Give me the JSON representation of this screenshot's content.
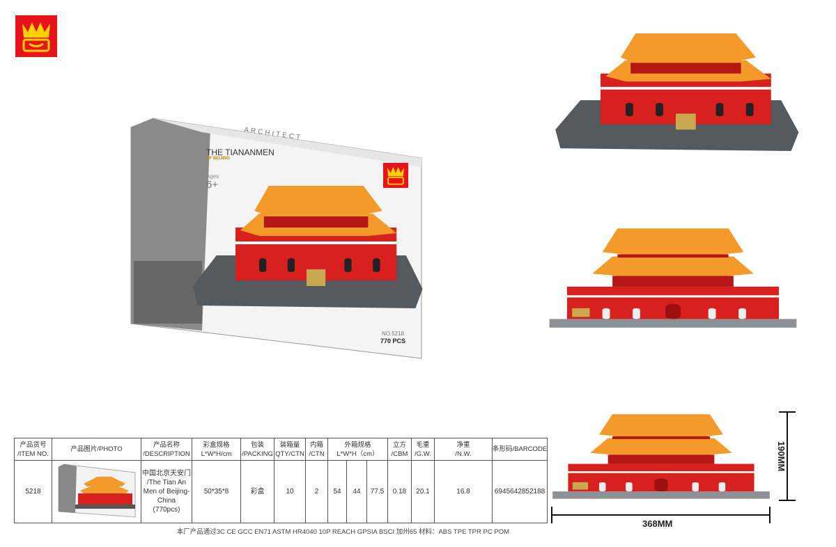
{
  "logo": {
    "name": "crown-logo",
    "color": "#e8141b",
    "accent": "#ffd200"
  },
  "box": {
    "brand_line": "ARCHITECT",
    "title": "THE TIANANMEN",
    "subtitle": "OF BEIJING",
    "ages_label": "Ages",
    "ages_value": "6+",
    "item_no": "NO.5218",
    "pieces": "770 PCS"
  },
  "table": {
    "headers": [
      [
        "产品货号",
        "/ITEM NO."
      ],
      [
        "产品图片/PHOTO"
      ],
      [
        "产品名称",
        "/DESCRIPTION"
      ],
      [
        "彩盒规格",
        "L*W*H/cm"
      ],
      [
        "包装",
        "/PACKING"
      ],
      [
        "装箱量",
        "QTY/CTN"
      ],
      [
        "内箱",
        "/CTN"
      ],
      [
        "外箱规格",
        "L*W*H（cm）"
      ],
      [
        "立方",
        "/CBM"
      ],
      [
        "毛重",
        "/G.W."
      ],
      [
        "净重",
        "/N.W."
      ],
      [
        "条形码/BARCODE"
      ]
    ],
    "row": {
      "item_no": "5218",
      "description": [
        "中国北京天安门",
        "/The Tian An",
        "Men of Beijing-",
        "China",
        "(770pcs)"
      ],
      "box_size": "50*35*8",
      "packing": "彩盒",
      "qty_ctn": "10",
      "inner_ctn": "2",
      "outer_l": "54",
      "outer_w": "44",
      "outer_h": "77.5",
      "cbm": "0.18",
      "gw": "20.1",
      "nw": "16.8",
      "barcode": "6945642852188"
    },
    "footer": "本厂产品通过3C  CE  GCC  EN71  ASTM  HR4040 10P  REACH  GPSIA  BSCI  加州65  材料：ABS TPE TPR PC POM"
  },
  "dimensions": {
    "height": "190MM",
    "length": "368MM"
  },
  "colors": {
    "roof": "#f39a2a",
    "wall": "#d8201f",
    "base": "#555a5e"
  }
}
